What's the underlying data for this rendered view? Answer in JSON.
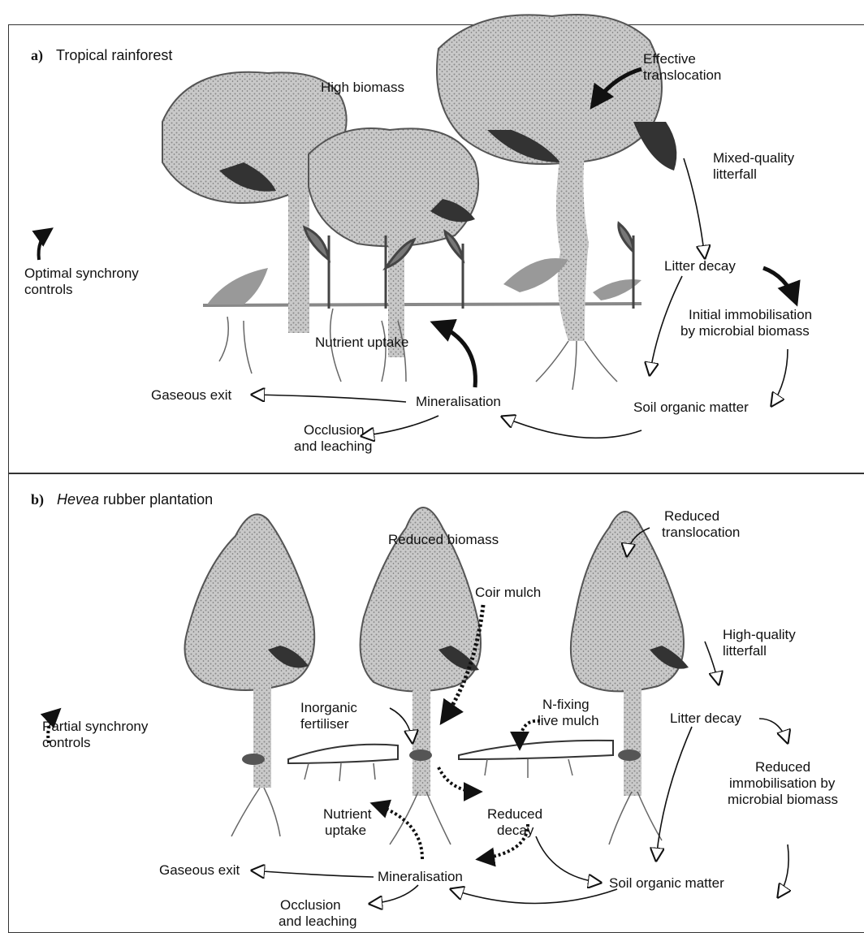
{
  "panel_a": {
    "letter": "a)",
    "title": "Tropical rainforest",
    "labels": {
      "high_biomass": "High biomass",
      "effective_translocation_1": "Effective",
      "effective_translocation_2": "translocation",
      "mixed_litterfall_1": "Mixed-quality",
      "mixed_litterfall_2": "litterfall",
      "synchrony_1": "Optimal synchrony",
      "synchrony_2": "controls",
      "litter_decay": "Litter decay",
      "immobilisation_1": "Initial immobilisation",
      "immobilisation_2": "by microbial biomass",
      "nutrient_uptake": "Nutrient uptake",
      "gaseous_exit": "Gaseous exit",
      "mineralisation": "Mineralisation",
      "soil_organic_matter": "Soil organic matter",
      "occlusion_1": "Occlusion",
      "occlusion_2": "and leaching"
    }
  },
  "panel_b": {
    "letter": "b)",
    "title_italic": "Hevea",
    "title_rest": "rubber plantation",
    "labels": {
      "reduced_biomass": "Reduced biomass",
      "reduced_translocation_1": "Reduced",
      "reduced_translocation_2": "translocation",
      "coir_mulch": "Coir mulch",
      "high_quality_1": "High-quality",
      "high_quality_2": "litterfall",
      "synchrony_1": "Partial synchrony",
      "synchrony_2": "controls",
      "inorganic_1": "Inorganic",
      "inorganic_2": "fertiliser",
      "nfixing_1": "N-fixing",
      "nfixing_2": "live mulch",
      "litter_decay": "Litter decay",
      "reduced_decay_1": "Reduced",
      "reduced_decay_2": "decay",
      "nutrient_uptake_1": "Nutrient",
      "nutrient_uptake_2": "uptake",
      "reduced_immob_1": "Reduced",
      "reduced_immob_2": "immobilisation by",
      "reduced_immob_3": "microbial biomass",
      "gaseous_exit": "Gaseous exit",
      "mineralisation": "Mineralisation",
      "soil_organic_matter": "Soil organic matter",
      "occlusion_1": "Occlusion",
      "occlusion_2": "and leaching"
    }
  },
  "colors": {
    "canopy": "#9a9a9a",
    "canopy_dark": "#3a3a3a",
    "trunk": "#b8b8b8",
    "ink": "#111111"
  }
}
